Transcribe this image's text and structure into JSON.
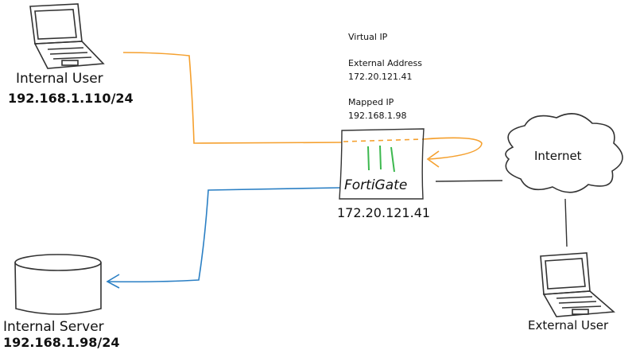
{
  "nodes": {
    "internal_user": {
      "label": "Internal User",
      "ip": "192.168.1.110/24"
    },
    "internal_server": {
      "label": "Internal Server",
      "ip": "192.168.1.98/24"
    },
    "fortigate": {
      "label": "FortiGate",
      "ip": "172.20.121.41"
    },
    "internet": {
      "label": "Internet"
    },
    "external_user": {
      "label": "External User"
    }
  },
  "vip_note": {
    "title": "Virtual IP",
    "external_label": "External Address",
    "external_value": "172.20.121.41",
    "mapped_label": "Mapped IP",
    "mapped_value": "192.168.1.98"
  },
  "colors": {
    "orange": "#f5a02e",
    "blue": "#2a7fc4",
    "green": "#3cb84e",
    "ink": "#333333"
  }
}
